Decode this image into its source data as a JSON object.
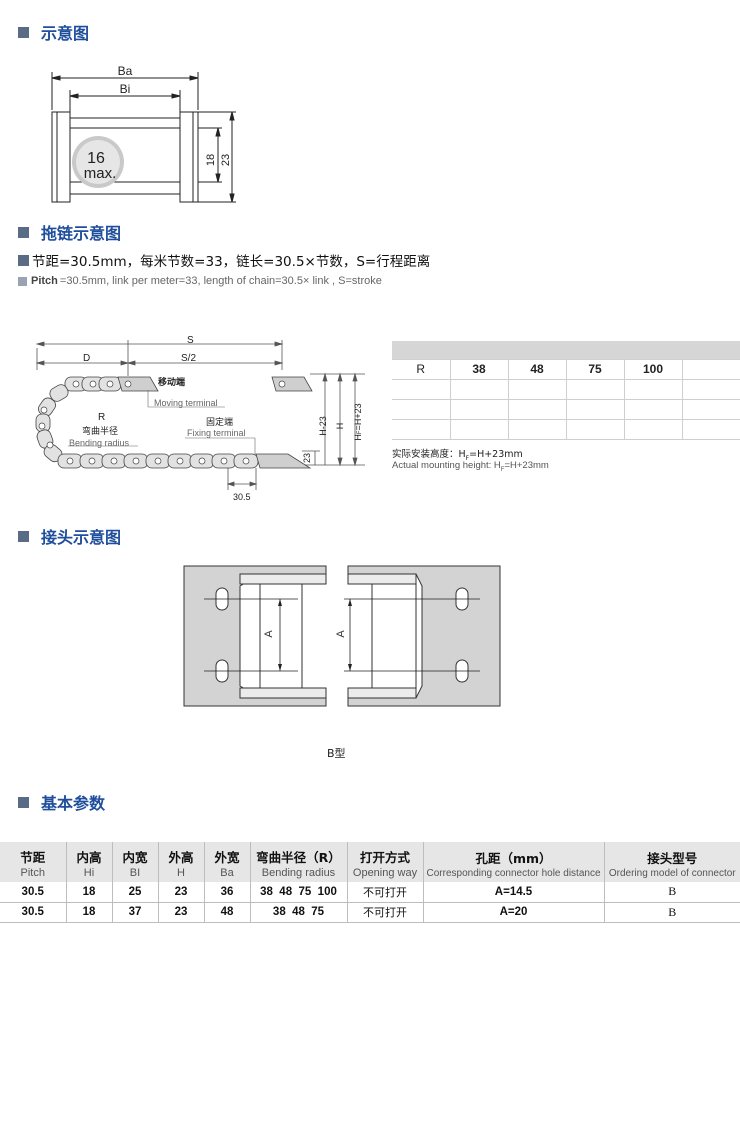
{
  "sections": {
    "schematic_title": "示意图",
    "chain_title": "拖链示意图",
    "connector_title": "接头示意图",
    "params_title": "基本参数"
  },
  "schematic": {
    "ba": "Ba",
    "bi": "Bi",
    "dim18": "18",
    "dim23": "23",
    "badge_num": "16",
    "badge_unit": "max."
  },
  "chain_desc": {
    "zh": "节距=30.5mm，每米节数=33，链长=30.5×节数，S=行程距离",
    "en_bold": "Pitch",
    "en_rest": "=30.5mm, link per meter=33, length of chain=30.5× link , S=stroke"
  },
  "chain_diagram": {
    "s": "S",
    "d": "D",
    "s2": "S/2",
    "moving_zh": "移动端",
    "moving_en": "Moving terminal",
    "r": "R",
    "bend_zh": "弯曲半径",
    "bend_en": "Bending radius",
    "fixed_zh": "固定端",
    "fixed_en": "Fixing terminal",
    "h_minus": "H-23",
    "h": "H",
    "hf": "H",
    "hf_sub": "F",
    "hf_eq": "=H+23",
    "d23": "23",
    "pitch": "30.5"
  },
  "r_table": {
    "label": "R",
    "values": [
      "38",
      "48",
      "75",
      "100",
      ""
    ]
  },
  "mounting": {
    "zh_pre": "实际安装高度：H",
    "zh_sub": "F",
    "zh_post": "=H+23mm",
    "en_pre": "Actual mounting height: H",
    "en_sub": "F",
    "en_post": "=H+23mm"
  },
  "connector": {
    "a_left": "A",
    "a_right": "A",
    "type_label": "B型"
  },
  "params_table": {
    "headers": [
      {
        "zh": "节距",
        "en": "Pitch"
      },
      {
        "zh": "内高",
        "en": "Hi"
      },
      {
        "zh": "内宽",
        "en": "BI"
      },
      {
        "zh": "外高",
        "en": "H"
      },
      {
        "zh": "外宽",
        "en": "Ba"
      },
      {
        "zh": "弯曲半径（R）",
        "en": "Bending radius"
      },
      {
        "zh": "打开方式",
        "en": "Opening way"
      },
      {
        "zh": "孔距（mm）",
        "en": "Corresponding connector hole distance"
      },
      {
        "zh": "接头型号",
        "en": "Ordering model of connector"
      }
    ],
    "rows": [
      [
        "30.5",
        "18",
        "25",
        "23",
        "36",
        "38  48  75  100",
        "不可打开",
        "A=14.5",
        "B"
      ],
      [
        "30.5",
        "18",
        "37",
        "23",
        "48",
        "38  48  75",
        "不可打开",
        "A=20",
        "B"
      ]
    ]
  }
}
